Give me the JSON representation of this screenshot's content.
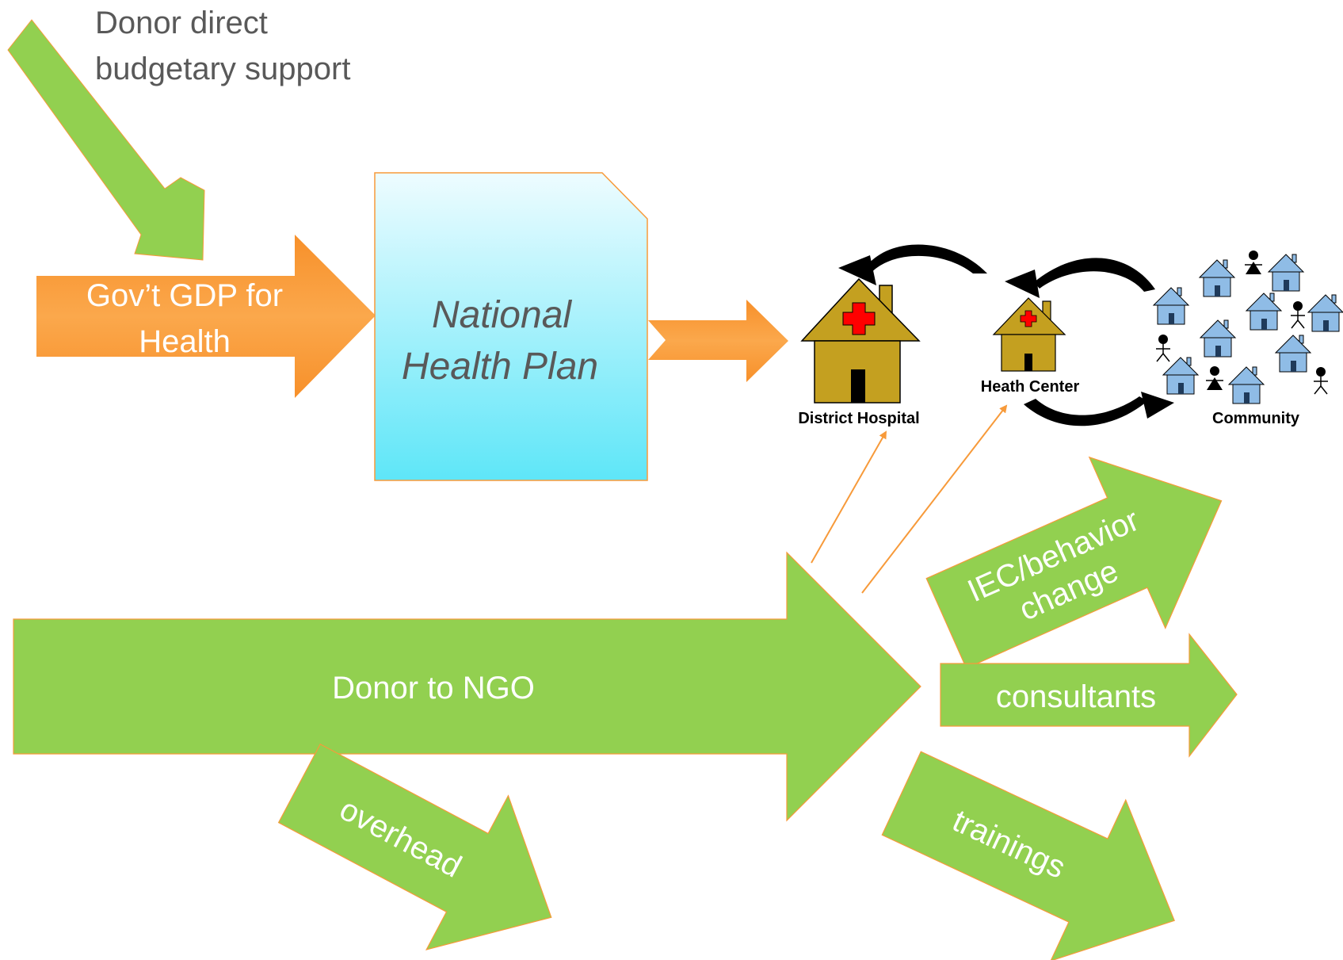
{
  "diagram": {
    "donor_direct_line1": "Donor direct",
    "donor_direct_line2": "budgetary support",
    "gov_line1": "Gov’t GDP for",
    "gov_line2": "Health",
    "plan_line1": "National",
    "plan_line2": "Health Plan",
    "district_hospital": "District Hospital",
    "health_center": "Heath Center",
    "community": "Community",
    "donor_ngo": "Donor to NGO",
    "overhead": "overhead",
    "iec_line1": "IEC/behavior",
    "iec_line2": "change",
    "consultants": "consultants",
    "trainings": "trainings"
  },
  "colors": {
    "green": "#92d050",
    "orange": "#f79a3a",
    "cyan": "#5ee6f8",
    "house": "#c4a020",
    "community_house": "#8fbce6",
    "cross": "#ff0000"
  }
}
